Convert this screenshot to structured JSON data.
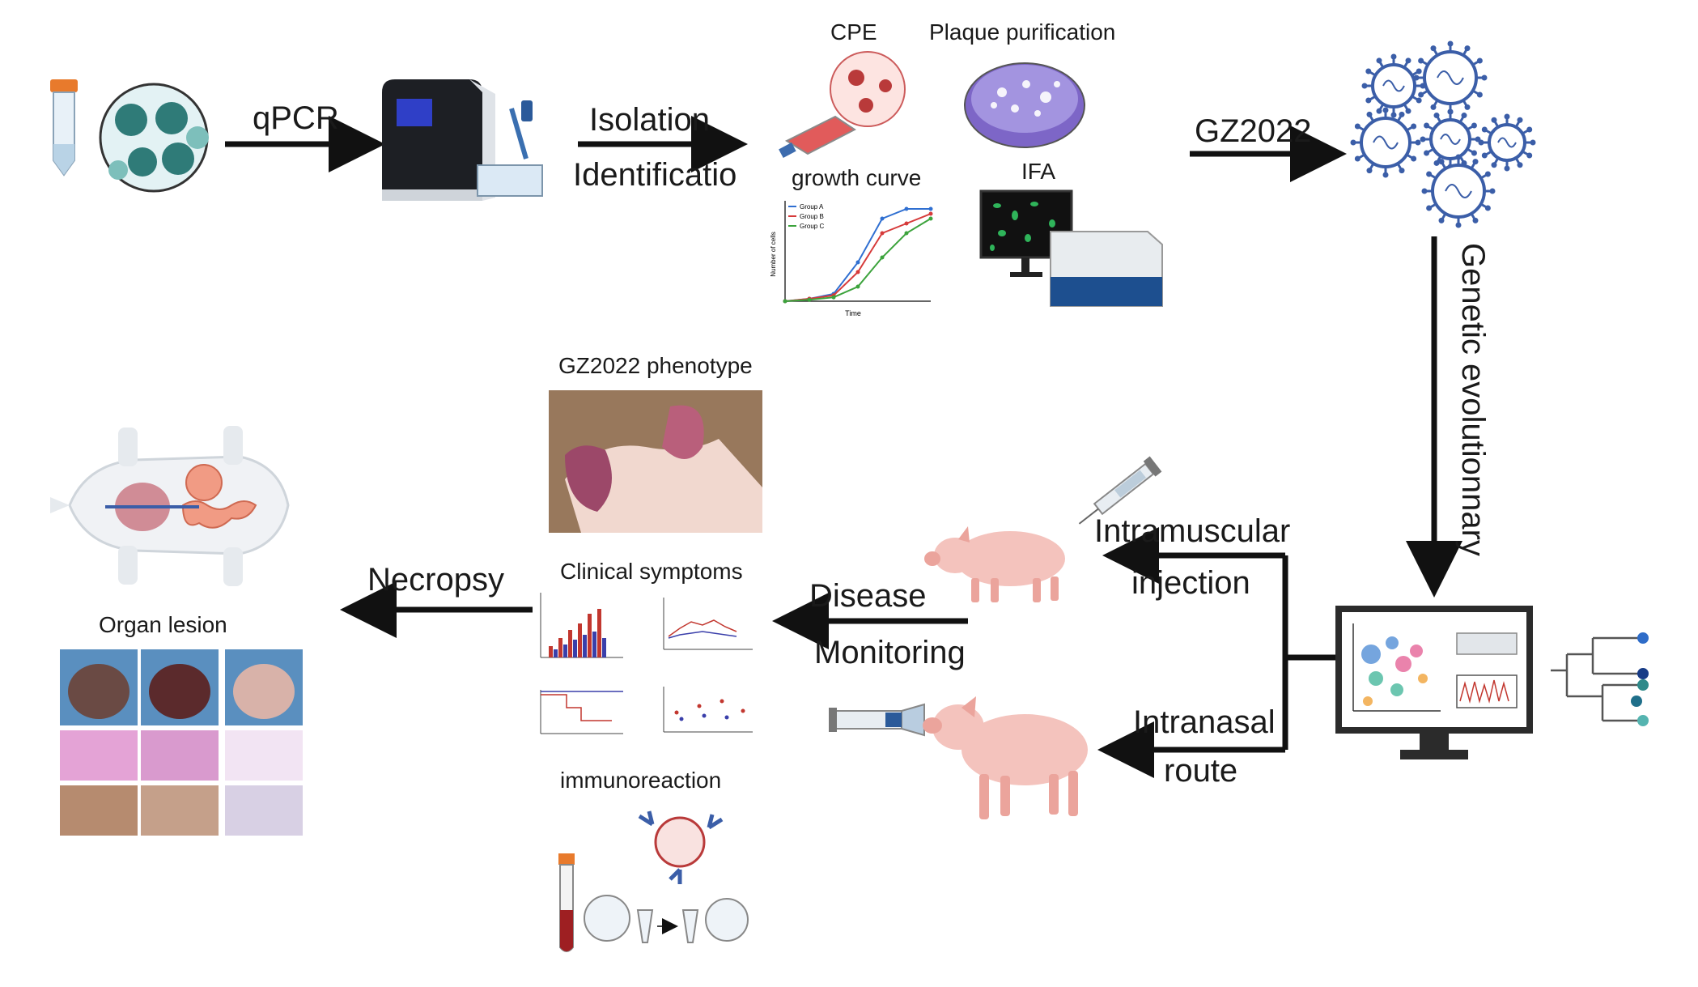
{
  "labels": {
    "qpcr": "qPCR",
    "isolation": "Isolation",
    "identification": "Identificatio",
    "cpe": "CPE",
    "plaque": "Plaque purification",
    "growth_curve": "growth curve",
    "ifa": "IFA",
    "gz2022": "GZ2022",
    "genetic": "Genetic evolutionnary",
    "intramuscular": "Intramuscular",
    "injection": "injection",
    "intranasal": "Intranasal",
    "route": "route",
    "disease": "Disease",
    "monitoring": "Monitoring",
    "phenotype": "GZ2022 phenotype",
    "clinical": "Clinical symptoms",
    "immunoreaction": "immunoreaction",
    "necropsy": "Necropsy",
    "organ_lesion": "Organ lesion"
  },
  "growth_chart": {
    "legend": [
      "Group A",
      "Group B",
      "Group C"
    ],
    "xlabel": "Time",
    "ylabel": "Number of cells"
  },
  "chart_data": {
    "type": "line",
    "title": "growth curve",
    "xlabel": "Time",
    "ylabel": "Number of cells",
    "x": [
      0,
      1,
      2,
      3,
      4,
      5,
      6
    ],
    "series": [
      {
        "name": "Group A",
        "values": [
          0,
          0.5,
          1.5,
          8,
          17,
          19,
          19
        ]
      },
      {
        "name": "Group B",
        "values": [
          0,
          0.5,
          1.2,
          6,
          14,
          16,
          18
        ]
      },
      {
        "name": "Group C",
        "values": [
          0,
          0.3,
          0.8,
          3,
          9,
          14,
          17
        ]
      }
    ],
    "colors": [
      "#2f6fd1",
      "#d63a3a",
      "#3ca33c"
    ]
  },
  "colors": {
    "arrow": "#111111",
    "virus": "#3b5ea8",
    "pig": "#f4c3bd",
    "monitor": "#2b2b2b"
  }
}
